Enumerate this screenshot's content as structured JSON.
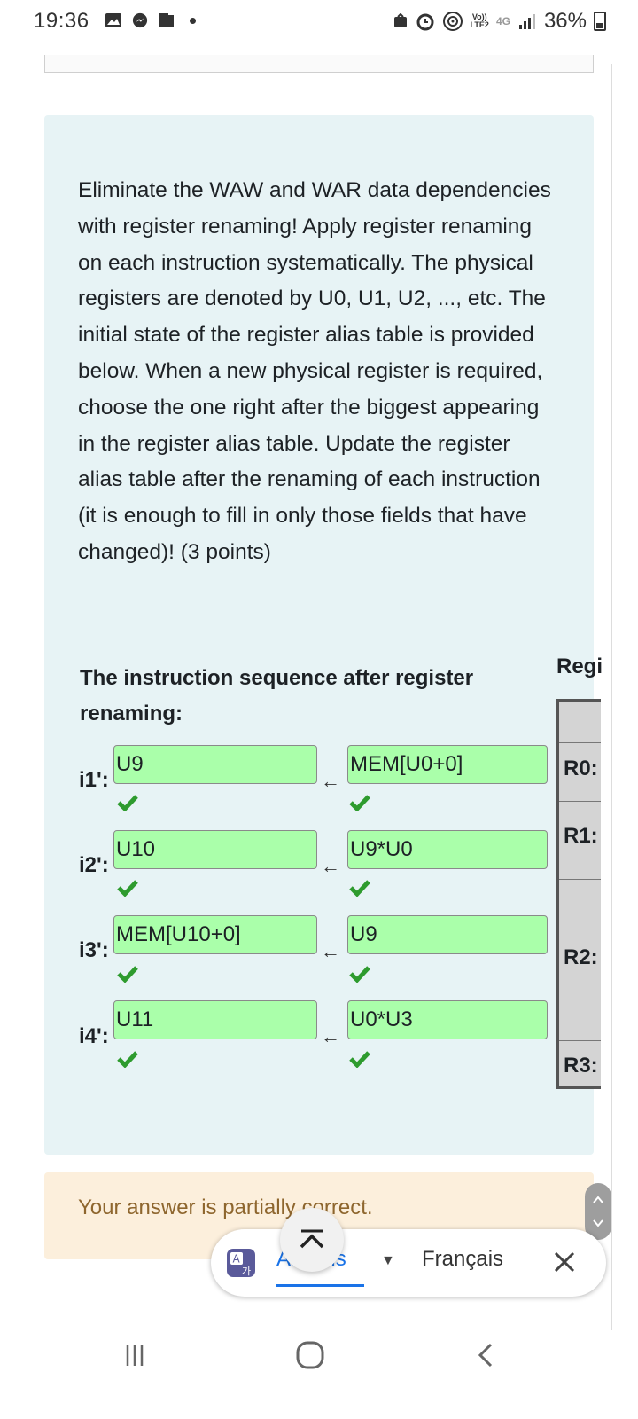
{
  "status_bar": {
    "time": "19:36",
    "network_top": "Vo))",
    "network_bottom": "LTE2",
    "network_type": "4G",
    "battery": "36%",
    "icons": [
      "gallery-icon",
      "messenger-icon",
      "notification-icon",
      "alarm-icon",
      "hotspot-icon",
      "signal-icon",
      "battery-icon"
    ]
  },
  "question": {
    "text": "Eliminate the WAW and WAR data dependencies with register renaming! Apply register renaming on each instruction systematically. The physical  registers are denoted by U0, U1, U2, ..., etc. The initial state of the register alias table is provided below. When a new physical register is required, choose the one right after the biggest appearing in the register alias table. Update the register alias table after the renaming of each instruction (it is enough to fill in only those fields that have changed)! (3 points)",
    "sequence_title": "The instruction sequence after register renaming:",
    "arrow": "←",
    "instructions": [
      {
        "label": "i1':",
        "dest": "U9",
        "src": "MEM[U0+0]"
      },
      {
        "label": "i2':",
        "dest": "U10",
        "src": "U9*U0"
      },
      {
        "label": "i3':",
        "dest": "MEM[U10+0]",
        "src": "U9"
      },
      {
        "label": "i4':",
        "dest": "U11",
        "src": "U0*U3"
      }
    ]
  },
  "register_table": {
    "title": "Regi",
    "registers": [
      "R0:",
      "R1:",
      "R2:",
      "R3:"
    ]
  },
  "feedback": {
    "text": "Your answer is partially correct."
  },
  "translate_bar": {
    "source_language": "Anglais",
    "target_language": "Français"
  },
  "colors": {
    "panel_bg": "#e7f3f5",
    "field_bg": "#aaffaa",
    "check_green": "#2e9b2e",
    "feedback_bg": "#fcefdc",
    "feedback_text": "#8e662e",
    "translate_accent": "#1a73e8"
  }
}
